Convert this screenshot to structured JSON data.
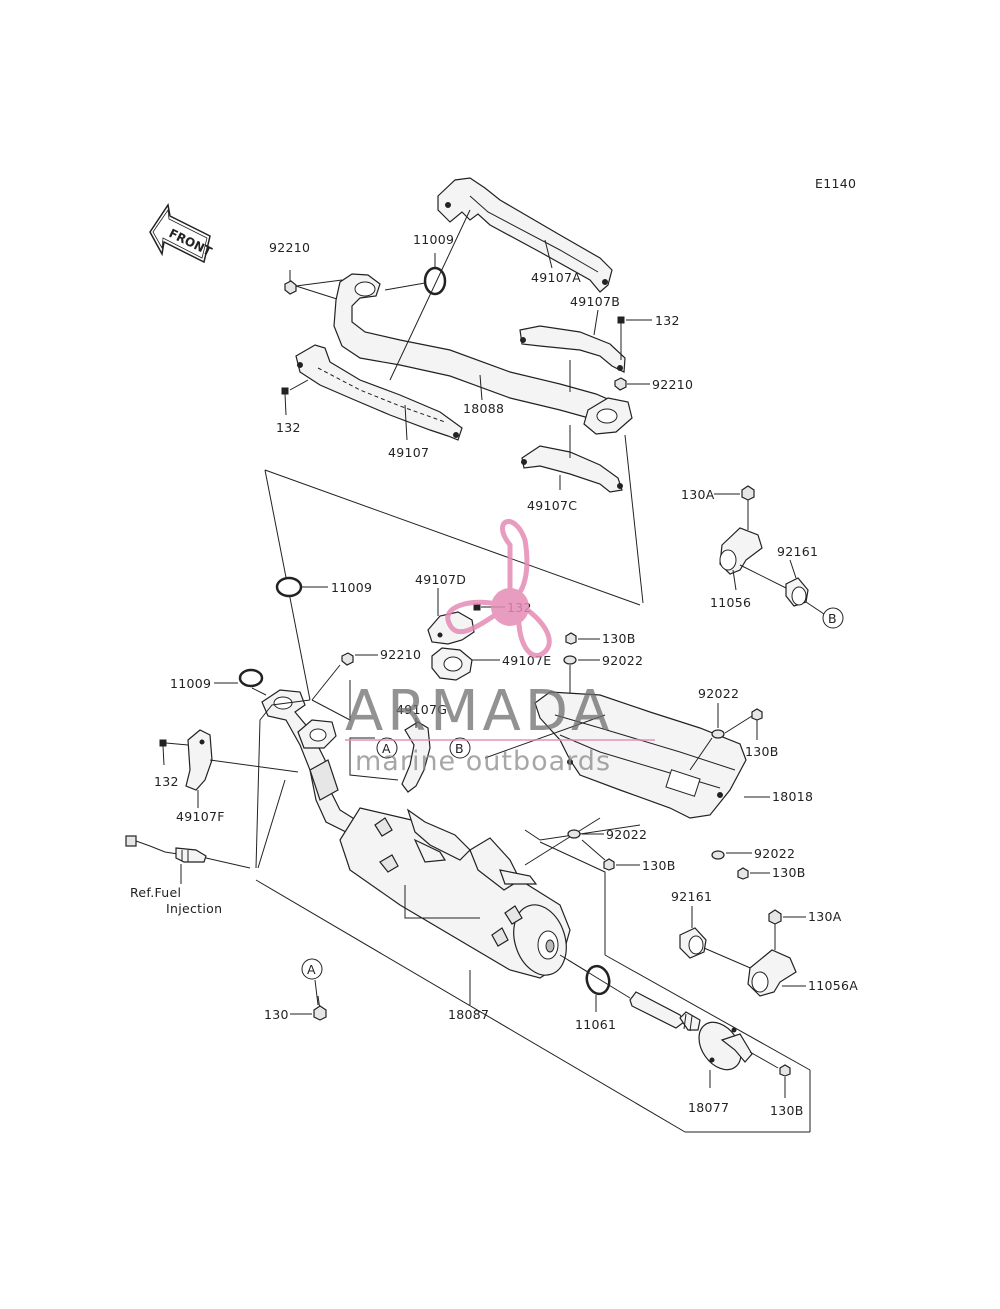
{
  "diagram_code": "E1140",
  "front_label": "FRONT",
  "reference_note": [
    "Ref.Fuel",
    "Injection"
  ],
  "watermark": {
    "brand": "ARMADA",
    "tagline": "marine outboards",
    "logo_color": "#e48bb4"
  },
  "markers": {
    "a": "A",
    "b": "B"
  },
  "parts": {
    "p92210_top": "92210",
    "p11009_top": "11009",
    "p49107A": "49107A",
    "p49107B": "49107B",
    "p132_top_right": "132",
    "p92210_right": "92210",
    "p132_left": "132",
    "p18088": "18088",
    "p49107": "49107",
    "p49107C": "49107C",
    "p130A_top": "130A",
    "p92161_top": "92161",
    "p11056": "11056",
    "p11009_mid": "11009",
    "p49107D": "49107D",
    "p132_mid": "132",
    "p130B_mid": "130B",
    "p92022_mid": "92022",
    "p49107E": "49107E",
    "p92210_mid": "92210",
    "p11009_left": "11009",
    "p49107G": "49107G",
    "p92022_right": "92022",
    "p130B_right": "130B",
    "p18018": "18018",
    "p132_bottom_left": "132",
    "p49107F": "49107F",
    "p92022_lower": "92022",
    "p130B_lower": "130B",
    "p92022_lower_right": "92022",
    "p130B_lower_right": "130B",
    "p92161_bottom": "92161",
    "p130A_bottom": "130A",
    "p11056A": "11056A",
    "p130": "130",
    "p18087": "18087",
    "p11061": "11061",
    "p18077": "18077",
    "p130B_bottom": "130B"
  }
}
